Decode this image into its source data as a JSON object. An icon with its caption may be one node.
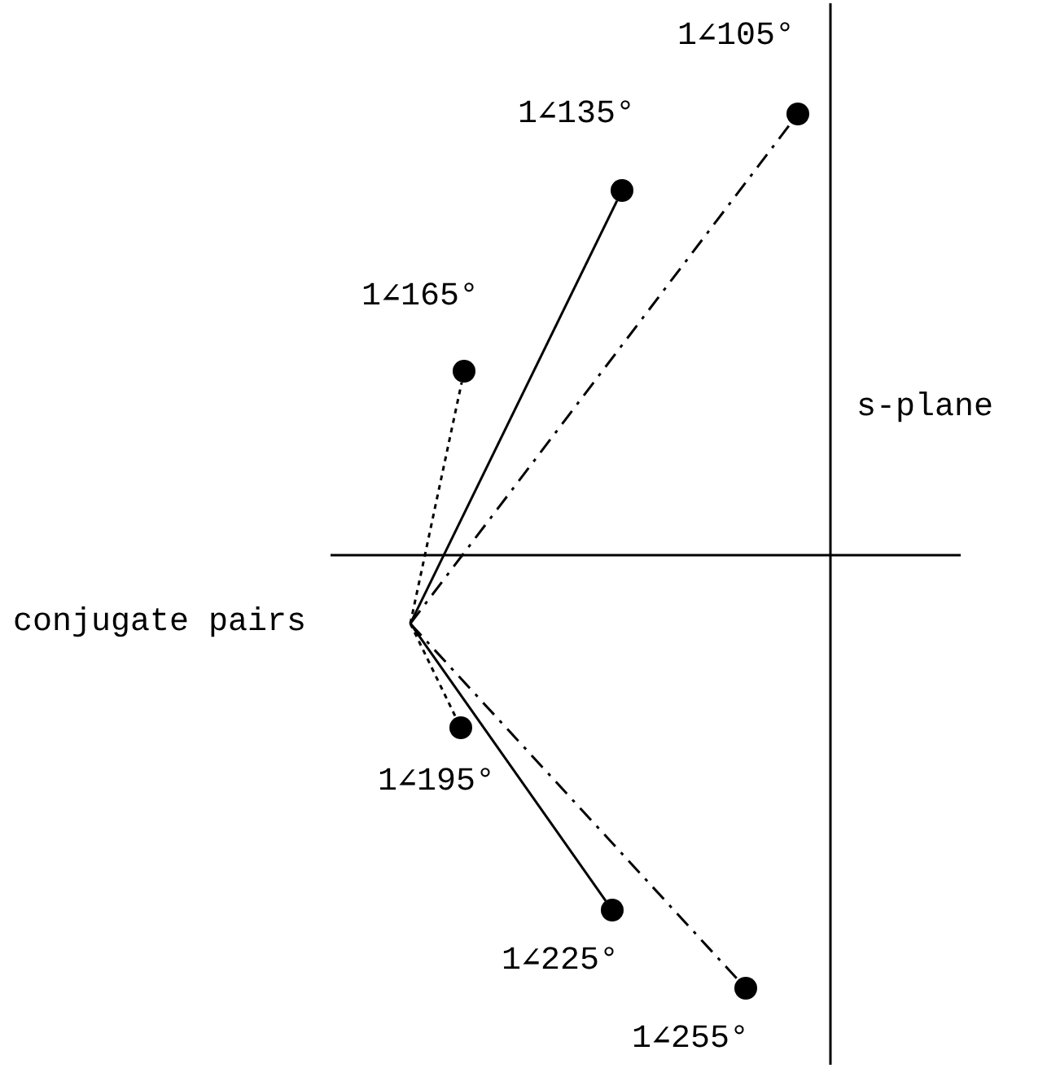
{
  "diagram": {
    "nodes": [
      {
        "text": [
          "conjugate pairs"
        ]
      },
      {
        "text": [],
        "shape": "circle",
        "beside": [
          "1∠105°"
        ]
      },
      {
        "text": [],
        "shape": "circle",
        "beside": [
          "1∠135°"
        ]
      },
      {
        "text": [],
        "shape": "circle",
        "beside": [
          "1∠165°"
        ]
      },
      {
        "text": [],
        "shape": "circle",
        "beside": [
          "1∠195°"
        ]
      },
      {
        "text": [],
        "shape": "circle",
        "beside": [
          "1∠225°"
        ]
      },
      {
        "text": [],
        "shape": "circle",
        "beside": [
          "1∠255°"
        ]
      }
    ],
    "edges": [
      {
        "from": 0,
        "to": 1,
        "arrow": "none",
        "style": "dashed"
      },
      {
        "from": 0,
        "to": 2,
        "arrow": "none"
      },
      {
        "from": 0,
        "to": 3,
        "arrow": "none",
        "style": "dashed"
      },
      {
        "from": 0,
        "to": 4,
        "arrow": "none",
        "style": "dashed"
      },
      {
        "from": 0,
        "to": 5,
        "arrow": "none"
      },
      {
        "from": 0,
        "to": 6,
        "arrow": "none",
        "style": "dashed"
      }
    ],
    "labels": [
      "s-plane"
    ]
  }
}
